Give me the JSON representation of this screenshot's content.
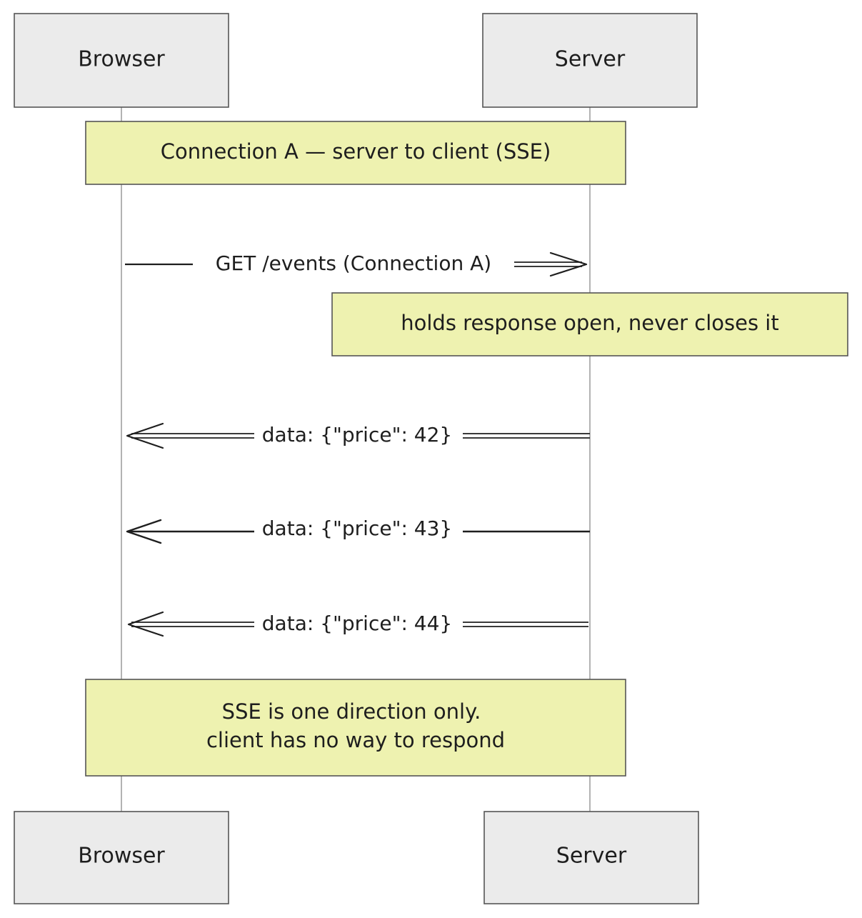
{
  "participants": [
    {
      "id": "browser",
      "label": "Browser"
    },
    {
      "id": "server",
      "label": "Server"
    }
  ],
  "notes": [
    {
      "id": "note-connection",
      "lines": [
        "Connection A — server to client (SSE)"
      ]
    },
    {
      "id": "note-holds",
      "lines": [
        "holds response open, never closes it"
      ]
    },
    {
      "id": "note-sse",
      "lines": [
        "SSE is one direction only.",
        "client has no way to respond"
      ]
    }
  ],
  "messages": [
    {
      "id": "msg-get",
      "from": "browser",
      "to": "server",
      "label": "GET /events (Connection A)"
    },
    {
      "id": "msg-42",
      "from": "server",
      "to": "browser",
      "label": "data: {\"price\": 42}"
    },
    {
      "id": "msg-43",
      "from": "server",
      "to": "browser",
      "label": "data: {\"price\": 43}"
    },
    {
      "id": "msg-44",
      "from": "server",
      "to": "browser",
      "label": "data: {\"price\": 44}"
    }
  ],
  "colors": {
    "actor_fill": "#ebebeb",
    "actor_stroke": "#555555",
    "note_fill": "#eef2b0",
    "note_stroke": "#555555",
    "lifeline": "#9a9a9a",
    "ink": "#1e1e1e"
  }
}
